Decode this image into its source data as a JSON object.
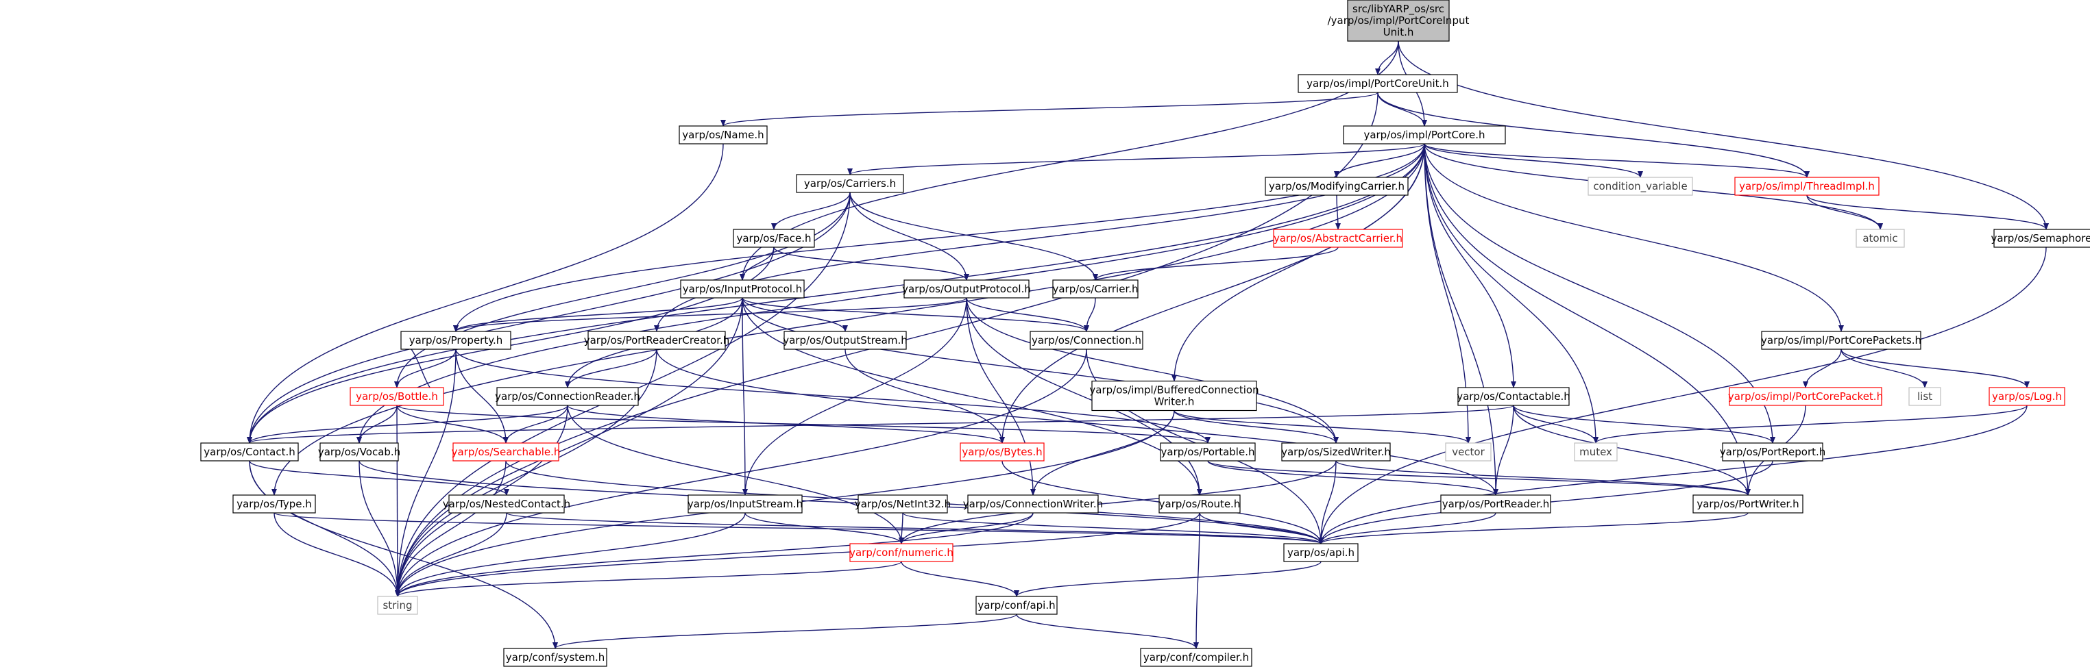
{
  "graph": {
    "colors": {
      "edge": "#191970",
      "box_border": "#000000",
      "highlight_fill": "#bfbfbf",
      "link_text": "#000000",
      "truncated_border": "#ff0000",
      "truncated_text": "#ff0000",
      "external_border": "#bfbfbf",
      "external_text": "#404040"
    },
    "nodes": [
      {
        "id": "root",
        "label": "src/libYARP_os/src\n/yarp/os/impl/PortCoreInput\nUnit.h",
        "kind": "highlight"
      },
      {
        "id": "pcu",
        "label": "yarp/os/impl/PortCoreUnit.h",
        "kind": "normal"
      },
      {
        "id": "name",
        "label": "yarp/os/Name.h",
        "kind": "normal"
      },
      {
        "id": "pc",
        "label": "yarp/os/impl/PortCore.h",
        "kind": "normal"
      },
      {
        "id": "carriers",
        "label": "yarp/os/Carriers.h",
        "kind": "normal"
      },
      {
        "id": "modcar",
        "label": "yarp/os/ModifyingCarrier.h",
        "kind": "normal"
      },
      {
        "id": "abscar",
        "label": "yarp/os/AbstractCarrier.h",
        "kind": "truncated"
      },
      {
        "id": "condvar",
        "label": "condition_variable",
        "kind": "external"
      },
      {
        "id": "threadimpl",
        "label": "yarp/os/impl/ThreadImpl.h",
        "kind": "truncated"
      },
      {
        "id": "atomic",
        "label": "atomic",
        "kind": "external"
      },
      {
        "id": "semaphore",
        "label": "yarp/os/Semaphore.h",
        "kind": "normal"
      },
      {
        "id": "face",
        "label": "yarp/os/Face.h",
        "kind": "normal"
      },
      {
        "id": "inproto",
        "label": "yarp/os/InputProtocol.h",
        "kind": "normal"
      },
      {
        "id": "outproto",
        "label": "yarp/os/OutputProtocol.h",
        "kind": "normal"
      },
      {
        "id": "carrier",
        "label": "yarp/os/Carrier.h",
        "kind": "normal"
      },
      {
        "id": "property",
        "label": "yarp/os/Property.h",
        "kind": "normal"
      },
      {
        "id": "prc",
        "label": "yarp/os/PortReaderCreator.h",
        "kind": "normal"
      },
      {
        "id": "outstream",
        "label": "yarp/os/OutputStream.h",
        "kind": "normal"
      },
      {
        "id": "connection",
        "label": "yarp/os/Connection.h",
        "kind": "normal"
      },
      {
        "id": "pcpackets",
        "label": "yarp/os/impl/PortCorePackets.h",
        "kind": "normal"
      },
      {
        "id": "bottle",
        "label": "yarp/os/Bottle.h",
        "kind": "truncated"
      },
      {
        "id": "connreader",
        "label": "yarp/os/ConnectionReader.h",
        "kind": "normal"
      },
      {
        "id": "bcw",
        "label": "yarp/os/impl/BufferedConnection\nWriter.h",
        "kind": "normal"
      },
      {
        "id": "contactable",
        "label": "yarp/os/Contactable.h",
        "kind": "normal"
      },
      {
        "id": "pcpacket",
        "label": "yarp/os/impl/PortCorePacket.h",
        "kind": "truncated"
      },
      {
        "id": "list",
        "label": "list",
        "kind": "external"
      },
      {
        "id": "log",
        "label": "yarp/os/Log.h",
        "kind": "truncated"
      },
      {
        "id": "contact",
        "label": "yarp/os/Contact.h",
        "kind": "normal"
      },
      {
        "id": "vocab",
        "label": "yarp/os/Vocab.h",
        "kind": "normal"
      },
      {
        "id": "searchable",
        "label": "yarp/os/Searchable.h",
        "kind": "truncated"
      },
      {
        "id": "bytes",
        "label": "yarp/os/Bytes.h",
        "kind": "truncated"
      },
      {
        "id": "portable",
        "label": "yarp/os/Portable.h",
        "kind": "normal"
      },
      {
        "id": "sizedwriter",
        "label": "yarp/os/SizedWriter.h",
        "kind": "normal"
      },
      {
        "id": "vector",
        "label": "vector",
        "kind": "external"
      },
      {
        "id": "mutex",
        "label": "mutex",
        "kind": "external"
      },
      {
        "id": "portreport",
        "label": "yarp/os/PortReport.h",
        "kind": "normal"
      },
      {
        "id": "type",
        "label": "yarp/os/Type.h",
        "kind": "normal"
      },
      {
        "id": "nestedcontact",
        "label": "yarp/os/NestedContact.h",
        "kind": "normal"
      },
      {
        "id": "instream",
        "label": "yarp/os/InputStream.h",
        "kind": "normal"
      },
      {
        "id": "netint32",
        "label": "yarp/os/NetInt32.h",
        "kind": "normal"
      },
      {
        "id": "connwriter",
        "label": "yarp/os/ConnectionWriter.h",
        "kind": "normal"
      },
      {
        "id": "route",
        "label": "yarp/os/Route.h",
        "kind": "normal"
      },
      {
        "id": "portreader",
        "label": "yarp/os/PortReader.h",
        "kind": "normal"
      },
      {
        "id": "portwriter",
        "label": "yarp/os/PortWriter.h",
        "kind": "normal"
      },
      {
        "id": "numeric",
        "label": "yarp/conf/numeric.h",
        "kind": "truncated"
      },
      {
        "id": "osapi",
        "label": "yarp/os/api.h",
        "kind": "normal"
      },
      {
        "id": "string",
        "label": "string",
        "kind": "external"
      },
      {
        "id": "confapi",
        "label": "yarp/conf/api.h",
        "kind": "normal"
      },
      {
        "id": "system",
        "label": "yarp/conf/system.h",
        "kind": "normal"
      },
      {
        "id": "compiler",
        "label": "yarp/conf/compiler.h",
        "kind": "normal"
      }
    ],
    "edges": [
      [
        "root",
        "pcu"
      ],
      [
        "root",
        "pc"
      ],
      [
        "root",
        "inproto"
      ],
      [
        "root",
        "semaphore"
      ],
      [
        "pcu",
        "name"
      ],
      [
        "pcu",
        "pc"
      ],
      [
        "pcu",
        "threadimpl"
      ],
      [
        "pcu",
        "string"
      ],
      [
        "name",
        "contact"
      ],
      [
        "pc",
        "carriers"
      ],
      [
        "pc",
        "modcar"
      ],
      [
        "pc",
        "condvar"
      ],
      [
        "pc",
        "threadimpl"
      ],
      [
        "pc",
        "atomic"
      ],
      [
        "pc",
        "pcpackets"
      ],
      [
        "pc",
        "portreport"
      ],
      [
        "pc",
        "portwriter"
      ],
      [
        "pc",
        "portreader"
      ],
      [
        "pc",
        "mutex"
      ],
      [
        "pc",
        "vector"
      ],
      [
        "pc",
        "contactable"
      ],
      [
        "pc",
        "bcw"
      ],
      [
        "pc",
        "prc"
      ],
      [
        "pc",
        "property"
      ],
      [
        "pc",
        "vocab"
      ],
      [
        "pc",
        "contact"
      ],
      [
        "pc",
        "type"
      ],
      [
        "pc",
        "bytes"
      ],
      [
        "carriers",
        "face"
      ],
      [
        "carriers",
        "outproto"
      ],
      [
        "carriers",
        "carrier"
      ],
      [
        "carriers",
        "bottle"
      ],
      [
        "carriers",
        "contact"
      ],
      [
        "carriers",
        "string"
      ],
      [
        "modcar",
        "abscar"
      ],
      [
        "abscar",
        "carrier"
      ],
      [
        "threadimpl",
        "atomic"
      ],
      [
        "threadimpl",
        "semaphore"
      ],
      [
        "semaphore",
        "osapi"
      ],
      [
        "face",
        "inproto"
      ],
      [
        "face",
        "outproto"
      ],
      [
        "face",
        "contact"
      ],
      [
        "inproto",
        "property"
      ],
      [
        "inproto",
        "connreader"
      ],
      [
        "inproto",
        "outstream"
      ],
      [
        "inproto",
        "connection"
      ],
      [
        "inproto",
        "instream"
      ],
      [
        "inproto",
        "string"
      ],
      [
        "inproto",
        "route"
      ],
      [
        "inproto",
        "sizedwriter"
      ],
      [
        "outproto",
        "property"
      ],
      [
        "outproto",
        "connection"
      ],
      [
        "outproto",
        "sizedwriter"
      ],
      [
        "outproto",
        "instream"
      ],
      [
        "outproto",
        "connwriter"
      ],
      [
        "outproto",
        "route"
      ],
      [
        "carrier",
        "connection"
      ],
      [
        "property",
        "bottle"
      ],
      [
        "property",
        "searchable"
      ],
      [
        "property",
        "portable"
      ],
      [
        "property",
        "string"
      ],
      [
        "prc",
        "connreader"
      ],
      [
        "prc",
        "portreader"
      ],
      [
        "prc",
        "string"
      ],
      [
        "outstream",
        "bytes"
      ],
      [
        "connection",
        "osapi"
      ],
      [
        "connection",
        "string"
      ],
      [
        "bottle",
        "property"
      ],
      [
        "bottle",
        "vocab"
      ],
      [
        "bottle",
        "searchable"
      ],
      [
        "bottle",
        "portable"
      ],
      [
        "bottle",
        "string"
      ],
      [
        "connreader",
        "contact"
      ],
      [
        "connreader",
        "searchable"
      ],
      [
        "connreader",
        "bytes"
      ],
      [
        "connreader",
        "string"
      ],
      [
        "connreader",
        "numeric"
      ],
      [
        "bcw",
        "sizedwriter"
      ],
      [
        "bcw",
        "connwriter"
      ],
      [
        "bcw",
        "vector"
      ],
      [
        "bcw",
        "string"
      ],
      [
        "contactable",
        "contact"
      ],
      [
        "contactable",
        "portreader"
      ],
      [
        "contactable",
        "portwriter"
      ],
      [
        "contactable",
        "portreport"
      ],
      [
        "contactable",
        "mutex"
      ],
      [
        "pcpackets",
        "pcpacket"
      ],
      [
        "pcpackets",
        "list"
      ],
      [
        "pcpackets",
        "log"
      ],
      [
        "pcpacket",
        "portwriter"
      ],
      [
        "log",
        "osapi"
      ],
      [
        "log",
        "mutex"
      ],
      [
        "contact",
        "nestedcontact"
      ],
      [
        "contact",
        "string"
      ],
      [
        "contact",
        "system"
      ],
      [
        "vocab",
        "osapi"
      ],
      [
        "vocab",
        "string"
      ],
      [
        "searchable",
        "osapi"
      ],
      [
        "searchable",
        "string"
      ],
      [
        "bytes",
        "osapi"
      ],
      [
        "portable",
        "portreader"
      ],
      [
        "portable",
        "portwriter"
      ],
      [
        "sizedwriter",
        "portwriter"
      ],
      [
        "sizedwriter",
        "osapi"
      ],
      [
        "sizedwriter",
        "numeric"
      ],
      [
        "portreport",
        "osapi"
      ],
      [
        "type",
        "osapi"
      ],
      [
        "type",
        "string"
      ],
      [
        "nestedcontact",
        "osapi"
      ],
      [
        "nestedcontact",
        "string"
      ],
      [
        "instream",
        "numeric"
      ],
      [
        "instream",
        "string"
      ],
      [
        "netint32",
        "numeric"
      ],
      [
        "netint32",
        "osapi"
      ],
      [
        "connwriter",
        "numeric"
      ],
      [
        "connwriter",
        "string"
      ],
      [
        "route",
        "osapi"
      ],
      [
        "route",
        "string"
      ],
      [
        "route",
        "compiler"
      ],
      [
        "portreader",
        "osapi"
      ],
      [
        "portwriter",
        "osapi"
      ],
      [
        "numeric",
        "confapi"
      ],
      [
        "numeric",
        "string"
      ],
      [
        "osapi",
        "confapi"
      ],
      [
        "confapi",
        "system"
      ],
      [
        "confapi",
        "compiler"
      ]
    ]
  }
}
